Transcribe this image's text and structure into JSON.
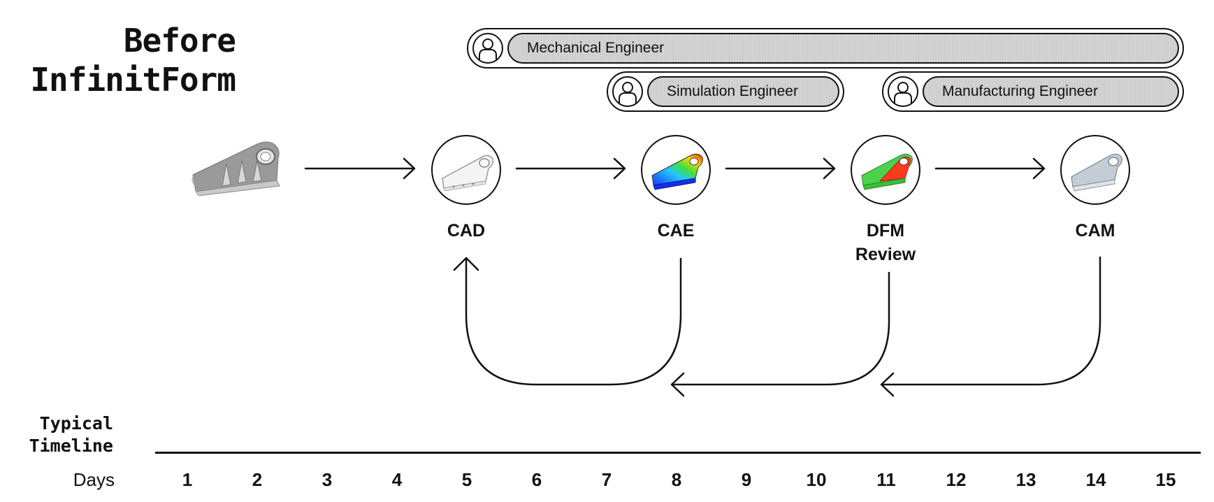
{
  "title": {
    "line1": "Before",
    "line2": "InfinitForm"
  },
  "roles": [
    {
      "label": "Mechanical Engineer"
    },
    {
      "label": "Simulation Engineer"
    },
    {
      "label": "Manufacturing Engineer"
    }
  ],
  "stages": [
    {
      "label_line1": "CAD",
      "label_line2": ""
    },
    {
      "label_line1": "CAE",
      "label_line2": ""
    },
    {
      "label_line1": "DFM",
      "label_line2": "Review"
    },
    {
      "label_line1": "CAM",
      "label_line2": ""
    }
  ],
  "timeline": {
    "label_line1": "Typical",
    "label_line2": "Timeline",
    "days_label": "Days",
    "days": [
      "1",
      "2",
      "3",
      "4",
      "5",
      "6",
      "7",
      "8",
      "9",
      "10",
      "11",
      "12",
      "13",
      "14",
      "15"
    ]
  },
  "icons": {
    "role": "person-icon",
    "source": "bracket-part-icon",
    "cad": "cad-wireframe-icon",
    "cae": "stress-heatmap-icon",
    "dfm": "dfm-highlight-icon",
    "cam": "machined-part-icon"
  },
  "colors": {
    "line": "#111111",
    "pill_fill": "#d0d0d0"
  }
}
